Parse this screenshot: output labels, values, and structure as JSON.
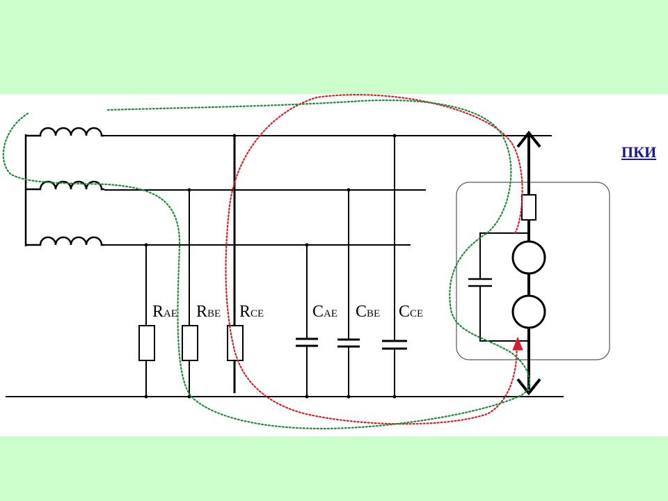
{
  "device_label": "ПКИ",
  "resistor_labels": [
    {
      "main": "R",
      "sub": "АЕ"
    },
    {
      "main": "R",
      "sub": "ВЕ"
    },
    {
      "main": "R",
      "sub": "СЕ"
    }
  ],
  "capacitor_labels": [
    {
      "main": "C",
      "sub": "АЕ"
    },
    {
      "main": "C",
      "sub": "ВЕ"
    },
    {
      "main": "C",
      "sub": "СЕ"
    }
  ],
  "colors": {
    "background": "#ccffcc",
    "panel": "#ffffff",
    "wire": "#000000",
    "red_loop": "#d4202a",
    "green_loop": "#1f8a3a",
    "device_label": "#1a1a8c"
  }
}
